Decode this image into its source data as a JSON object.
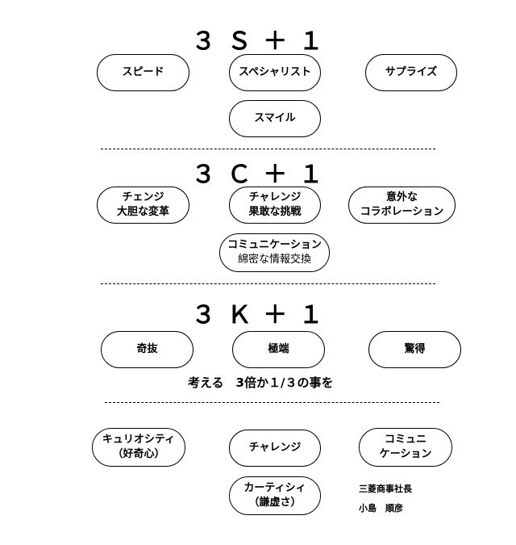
{
  "section_3s": {
    "heading": "３ Ｓ ＋ １",
    "items": [
      "スピード",
      "スペシャリスト",
      "サプライズ",
      "スマイル"
    ]
  },
  "section_3c": {
    "heading": "３ Ｃ ＋ １",
    "items": [
      {
        "line1": "チェンジ",
        "line2": "大胆な変革"
      },
      {
        "line1": "チャレンジ",
        "line2": "果敢な挑戦"
      },
      {
        "line1": "意外な",
        "line2": "コラボレーション"
      },
      {
        "line1": "コミュニケーション",
        "line2": "綿密な情報交換"
      }
    ]
  },
  "section_3k": {
    "heading": "３ Ｋ ＋ １",
    "items": [
      "奇抜",
      "極端",
      "驚得"
    ],
    "note": "考える　3倍か１/３の事を"
  },
  "section_final": {
    "items": [
      {
        "line1": "キュリオシティ",
        "line2": "（好奇心）"
      },
      {
        "line1": "チャレンジ",
        "line2": ""
      },
      {
        "line1": "コミュニ",
        "line2": "ケーション"
      },
      {
        "line1": "カーティシィ",
        "line2": "（謙虚さ）"
      }
    ],
    "signature": {
      "title": "三菱商事社長",
      "name": "小島　順彦"
    }
  }
}
